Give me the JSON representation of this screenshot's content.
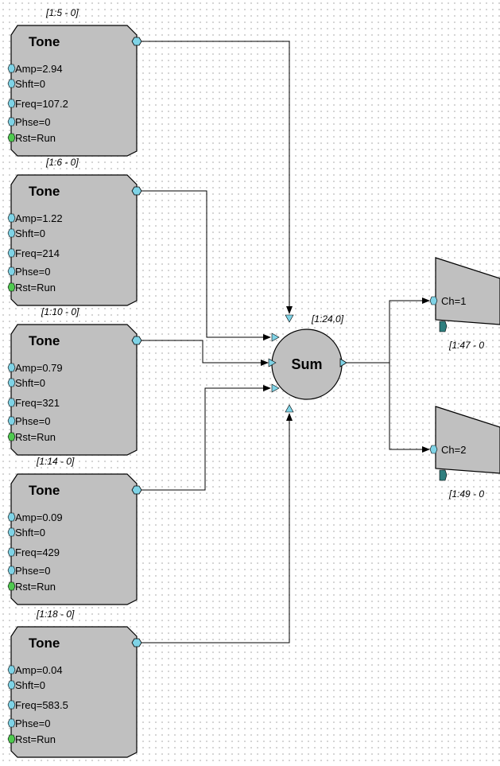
{
  "tones": [
    {
      "id": "[1:5 - 0]",
      "title": "Tone",
      "params": [
        "Amp=2.94",
        "Shft=0",
        "Freq=107.2",
        "Phse=0",
        "Rst=Run"
      ]
    },
    {
      "id": "[1:6 - 0]",
      "title": "Tone",
      "params": [
        "Amp=1.22",
        "Shft=0",
        "Freq=214",
        "Phse=0",
        "Rst=Run"
      ]
    },
    {
      "id": "[1:10 - 0]",
      "title": "Tone",
      "params": [
        "Amp=0.79",
        "Shft=0",
        "Freq=321",
        "Phse=0",
        "Rst=Run"
      ]
    },
    {
      "id": "[1:14 - 0]",
      "title": "Tone",
      "params": [
        "Amp=0.09",
        "Shft=0",
        "Freq=429",
        "Phse=0",
        "Rst=Run"
      ]
    },
    {
      "id": "[1:18 - 0]",
      "title": "Tone",
      "params": [
        "Amp=0.04",
        "Shft=0",
        "Freq=583.5",
        "Phse=0",
        "Rst=Run"
      ]
    }
  ],
  "sum": {
    "id": "[1:24,0]",
    "label": "Sum"
  },
  "outputs": [
    {
      "id": "[1:47 - 0",
      "label": "Ch=1"
    },
    {
      "id": "[1:49 - 0",
      "label": "Ch=2"
    }
  ],
  "colors": {
    "block_fill": "#c0c0c0",
    "block_stroke": "#000000",
    "input_port": "#7fd3e6",
    "run_port": "#4fc94f",
    "output_port_dark": "#2f7f7f",
    "wire": "#000000"
  },
  "icons": [
    "input-port-icon",
    "output-port-icon",
    "arrowhead-icon"
  ]
}
